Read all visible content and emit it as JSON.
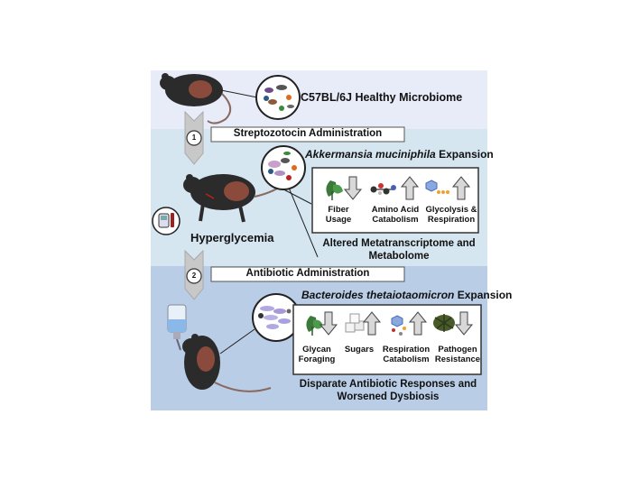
{
  "panel1": {
    "heading": "C57BL/6J Healthy Microbiome"
  },
  "step1": {
    "number": "1",
    "label": "Streptozotocin Administration"
  },
  "panel2": {
    "expansion_italic": "Akkermansia muciniphila",
    "expansion_suffix": " Expansion",
    "hyperglycemia": "Hyperglycemia",
    "functions": [
      {
        "label_line1": "Fiber",
        "label_line2": "Usage",
        "direction": "down"
      },
      {
        "label_line1": "Amino Acid",
        "label_line2": "Catabolism",
        "direction": "up"
      },
      {
        "label_line1": "Glycolysis &",
        "label_line2": "Respiration",
        "direction": "up"
      }
    ],
    "summary_line1": "Altered Metatranscriptome and",
    "summary_line2": "Metabolome"
  },
  "step2": {
    "number": "2",
    "label": "Antibiotic Administration"
  },
  "panel3": {
    "expansion_italic": "Bacteroides thetaiotaomicron",
    "expansion_suffix": " Expansion",
    "functions": [
      {
        "label_line1": "Glycan",
        "label_line2": "Foraging",
        "direction": "down"
      },
      {
        "label_line1": "Sugars",
        "label_line2": "",
        "direction": "up"
      },
      {
        "label_line1": "Respiration",
        "label_line2": "Catabolism",
        "direction": "up"
      },
      {
        "label_line1": "Pathogen",
        "label_line2": "Resistance",
        "direction": "down"
      }
    ],
    "summary_line1": "Disparate Antibiotic Responses and",
    "summary_line2": "Worsened Dysbiosis"
  },
  "colors": {
    "panel1_bg": "#e8ecf8",
    "panel2_bg": "#d6e6f0",
    "panel3_bg": "#b9cde6",
    "mouse_body": "#2b2b2b",
    "mouse_patch": "#8a4a3c",
    "arrow_fill": "#c8c8c8"
  }
}
